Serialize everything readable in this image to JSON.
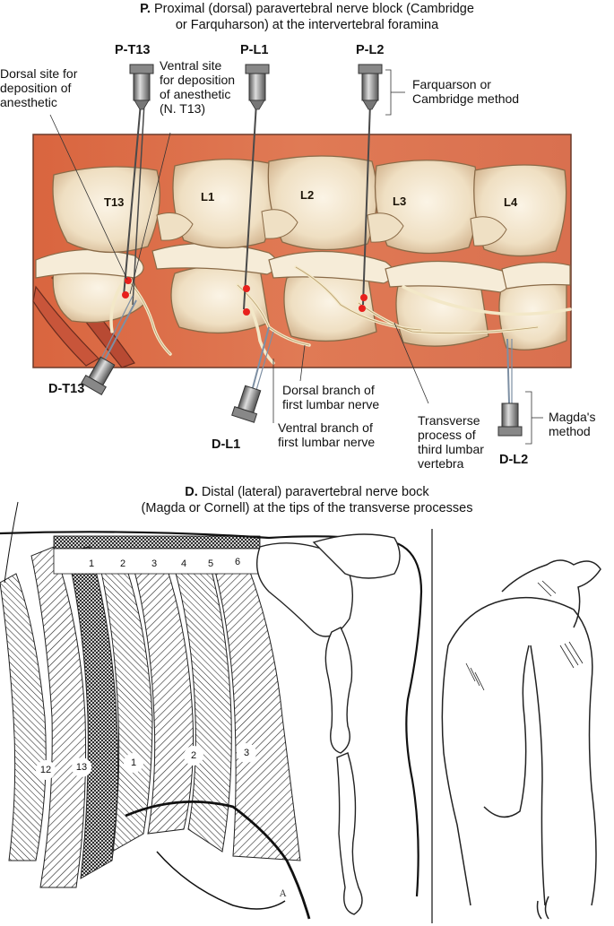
{
  "panel_p": {
    "letter": "P.",
    "title_line1": "Proximal (dorsal) paravertebral nerve block (Cambridge",
    "title_line2": "or Farquharson) at the intervertebral foramina",
    "needles_top": [
      "P-T13",
      "P-L1",
      "P-L2"
    ],
    "needles_bottom": [
      "D-T13",
      "D-L1",
      "D-L2"
    ],
    "vertebrae": [
      "T13",
      "L1",
      "L2",
      "L3",
      "L4"
    ],
    "dorsal_site": [
      "Dorsal site for",
      "deposition of",
      "anesthetic"
    ],
    "ventral_site": [
      "Ventral site",
      "for deposition",
      "of anesthetic",
      "(N. T13)"
    ],
    "farquarson": [
      "Farquarson or",
      "Cambridge method"
    ],
    "dorsal_branch": [
      "Dorsal branch of",
      "first lumbar nerve"
    ],
    "ventral_branch": [
      "Ventral branch of",
      "first lumbar nerve"
    ],
    "transverse": [
      "Transverse",
      "process of",
      "third lumbar",
      "vertebra"
    ],
    "magda": [
      "Magda's",
      "method"
    ]
  },
  "panel_d": {
    "letter": "D.",
    "title_line1": "Distal (lateral) paravertebral nerve bock",
    "title_line2": "(Magda or Cornell) at the tips of the transverse processes",
    "spine_numbers": [
      "1",
      "2",
      "3",
      "4",
      "5",
      "6"
    ],
    "zone_numbers": [
      "12",
      "13",
      "1",
      "2",
      "3"
    ]
  },
  "colors": {
    "background_panel": "#d9704f",
    "bone": "#f2e6cf",
    "needle": "#555555",
    "injection_site": "#e8201c"
  }
}
